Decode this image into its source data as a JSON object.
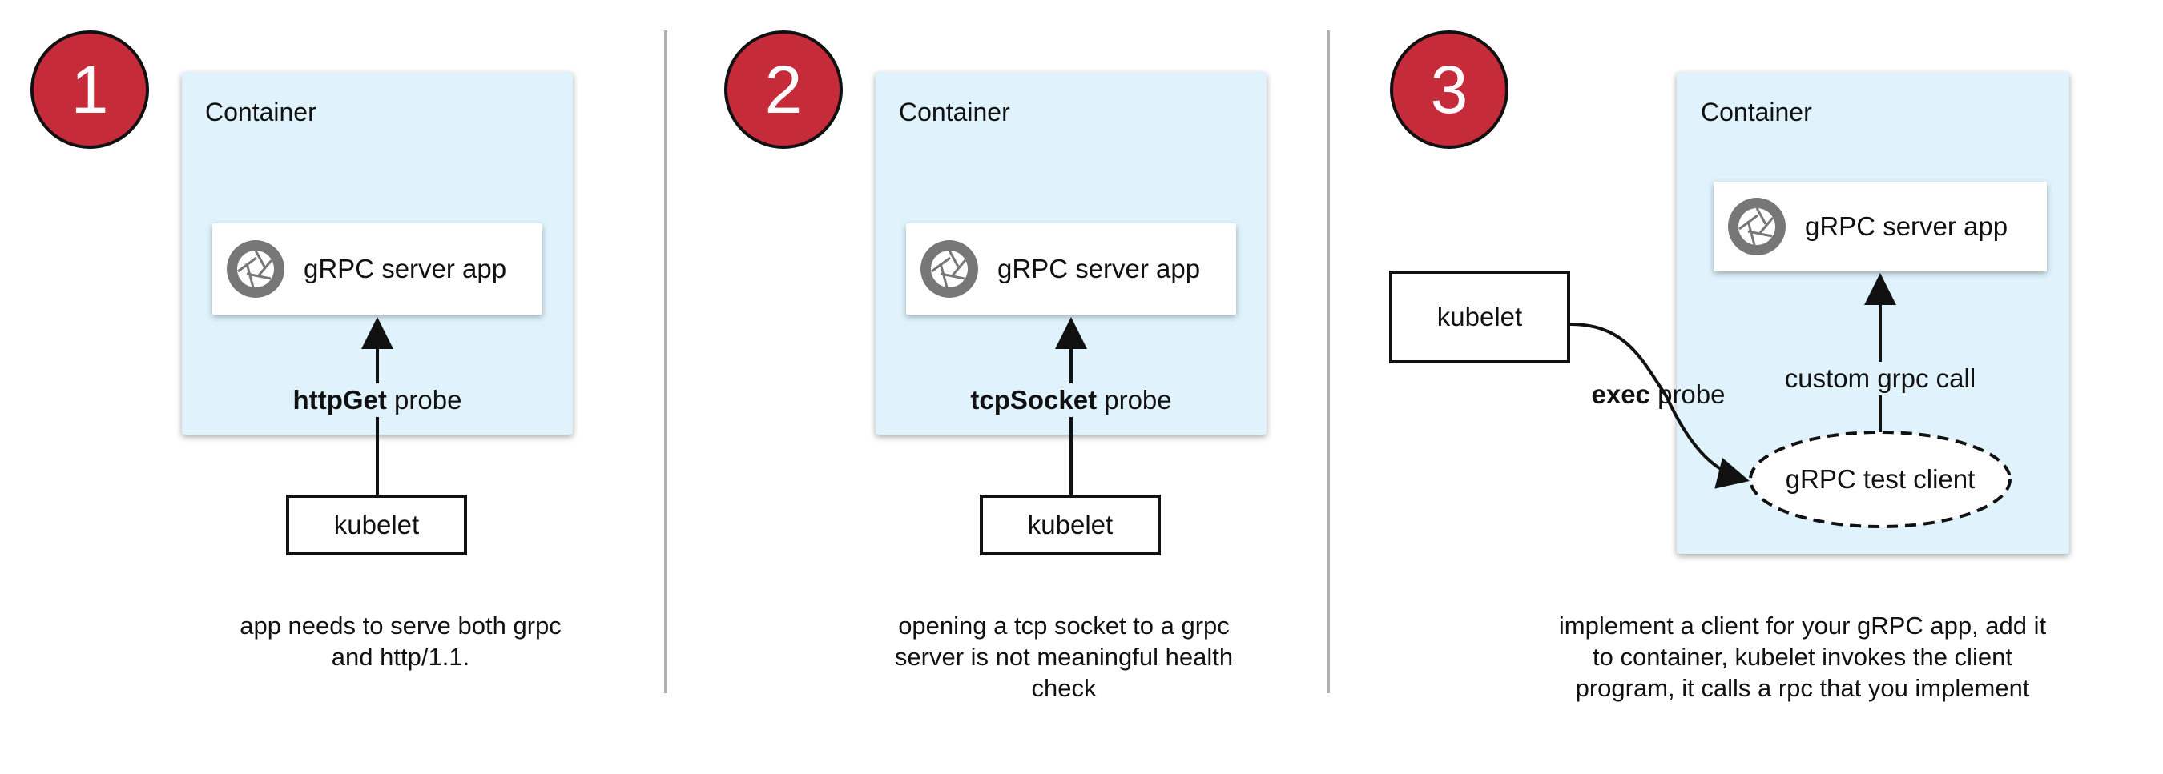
{
  "colors": {
    "badge": "#c62b3a",
    "container": "#e0f3fc",
    "icon": "#777777"
  },
  "panels": [
    {
      "number": "1",
      "container_label": "Container",
      "server_label": "gRPC server app",
      "probe_bold": "httpGet",
      "probe_rest": " probe",
      "kubelet": "kubelet",
      "caption": [
        "app needs to serve both grpc",
        "and http/1.1."
      ]
    },
    {
      "number": "2",
      "container_label": "Container",
      "server_label": "gRPC server app",
      "probe_bold": "tcpSocket",
      "probe_rest": " probe",
      "kubelet": "kubelet",
      "caption": [
        "opening a tcp socket to a grpc",
        "server is not meaningful health",
        "check"
      ]
    },
    {
      "number": "3",
      "container_label": "Container",
      "server_label": "gRPC server app",
      "probe_bold": "exec",
      "probe_rest": " probe",
      "kubelet": "kubelet",
      "client_label": "gRPC test client",
      "call_label": "custom grpc call",
      "caption": [
        "implement a client for your gRPC app, add it",
        "to container, kubelet invokes the client",
        "program, it calls a rpc that you implement"
      ]
    }
  ],
  "icons": {
    "server": "grpc-aperture-icon"
  }
}
